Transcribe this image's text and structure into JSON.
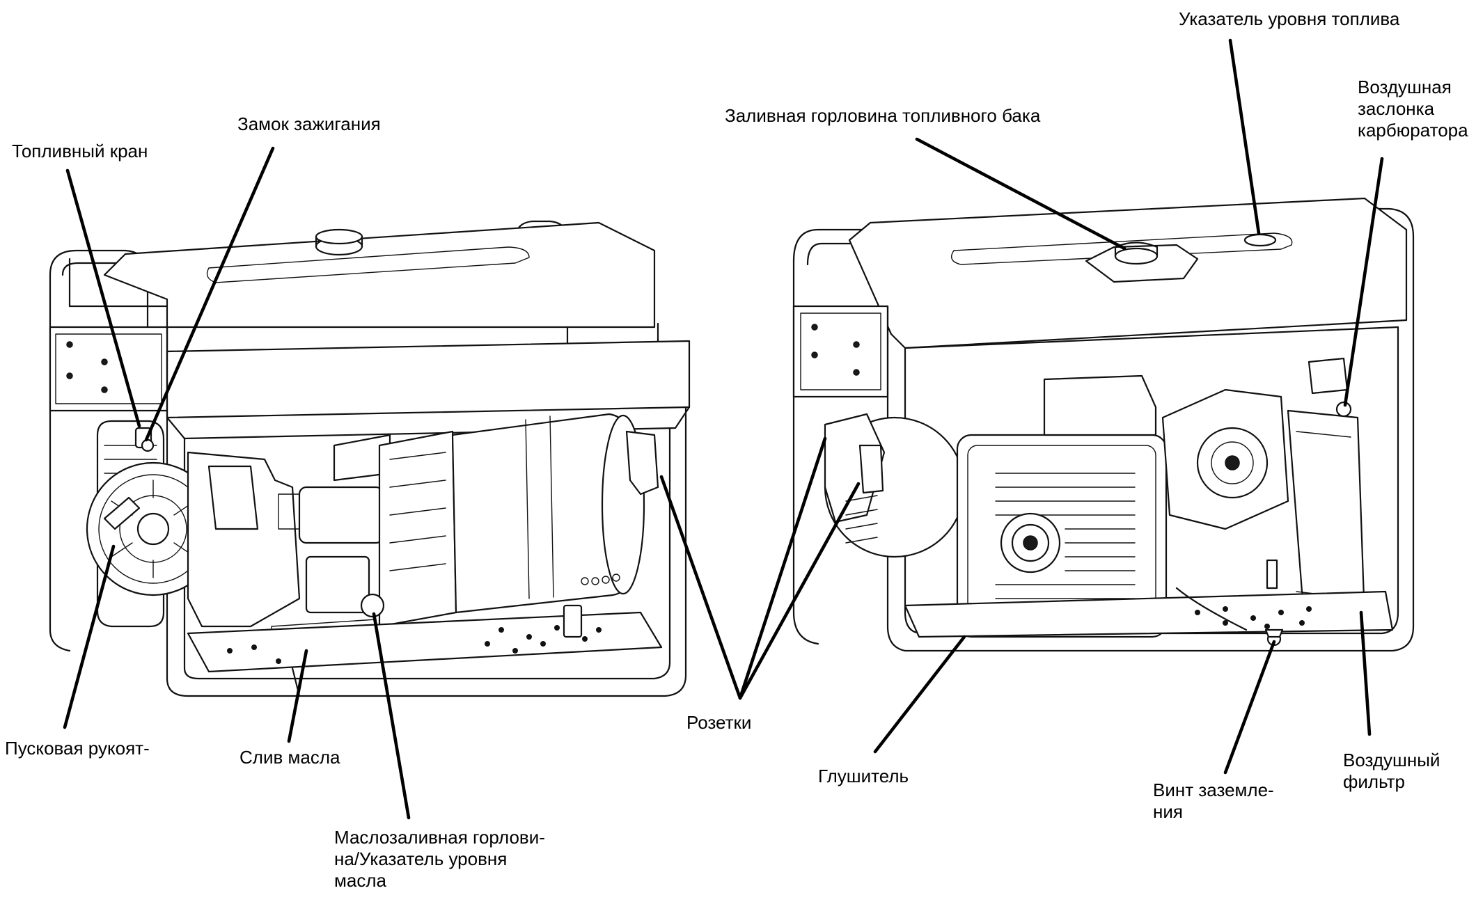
{
  "labels": {
    "fuel_valve": "Топливный кран",
    "ignition_switch": "Замок зажигания",
    "recoil_starter": "Пусковая рукоят-",
    "oil_drain": "Слив масла",
    "oil_fill": [
      "Маслозаливная горлови-",
      "на/Указатель уровня",
      "масла"
    ],
    "outlets": "Розетки",
    "fuel_cap": "Заливная горловина топливного бака",
    "fuel_gauge": "Указатель уровня топлива",
    "choke": [
      "Воздушная",
      "заслонка",
      "карбюратора"
    ],
    "muffler": "Глушитель",
    "ground_screw": [
      "Винт заземле-",
      "ния"
    ],
    "air_filter": [
      "Воздушный",
      "фильтр"
    ]
  }
}
